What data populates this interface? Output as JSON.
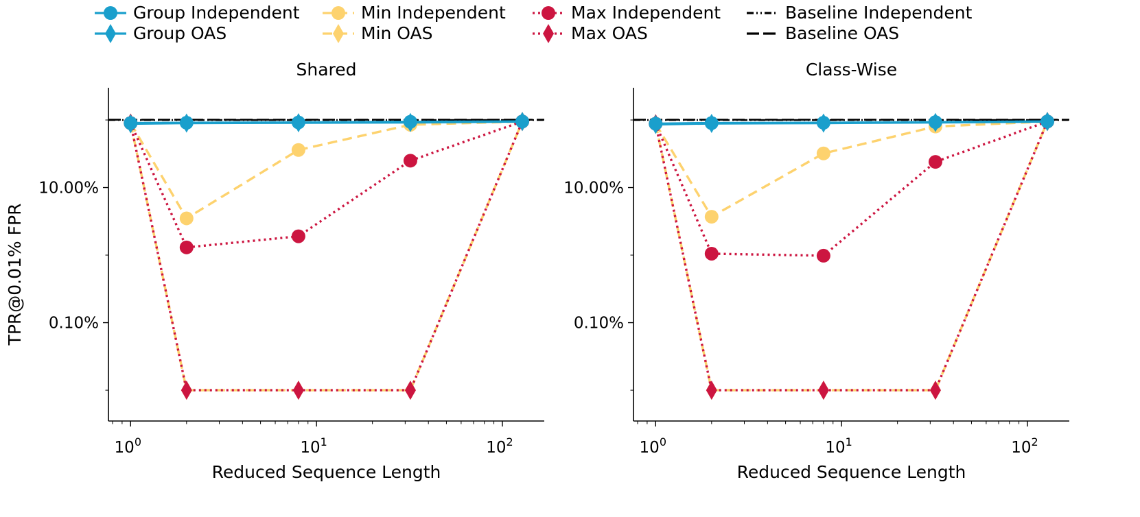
{
  "legend": {
    "placement": "top-center",
    "entries": [
      {
        "label": "Group Independent",
        "color": "#1a9fcc",
        "dash": "solid",
        "marker": "circle"
      },
      {
        "label": "Min Independent",
        "color": "#fdd26e",
        "dash": "dashed",
        "marker": "circle"
      },
      {
        "label": "Max Independent",
        "color": "#cc1540",
        "dash": "dotted",
        "marker": "circle"
      },
      {
        "label": "Baseline Independent",
        "color": "#000000",
        "dash": "dashdotdot",
        "marker": "none"
      },
      {
        "label": "Group OAS",
        "color": "#1a9fcc",
        "dash": "solid",
        "marker": "diamond"
      },
      {
        "label": "Min OAS",
        "color": "#fdd26e",
        "dash": "dashed",
        "marker": "diamond"
      },
      {
        "label": "Max OAS",
        "color": "#cc1540",
        "dash": "dotted",
        "marker": "diamond"
      },
      {
        "label": "Baseline OAS",
        "color": "#000000",
        "dash": "longdash",
        "marker": "none"
      }
    ]
  },
  "ylabel": "TPR@0.01% FPR",
  "chart_data": [
    {
      "type": "line",
      "title": "Shared",
      "xlabel": "Reduced Sequence Length",
      "ylabel": "TPR@0.01% FPR",
      "x_scale": "log",
      "y_scale": "log",
      "xlim": [
        0.76,
        168
      ],
      "ylim": [
        0.0035,
        300
      ],
      "x_ticks": [
        {
          "value": 1,
          "base": "10",
          "exp": "0"
        },
        {
          "value": 10,
          "base": "10",
          "exp": "1"
        },
        {
          "value": 100,
          "base": "10",
          "exp": "2"
        }
      ],
      "y_ticks": [
        {
          "value": 10,
          "label": "10.00%"
        },
        {
          "value": 0.1,
          "label": "0.10%"
        }
      ],
      "grid": false,
      "x": [
        1,
        2,
        8,
        32,
        128
      ],
      "series": [
        {
          "name": "Group Independent",
          "values": [
            90,
            91,
            92,
            94,
            95
          ]
        },
        {
          "name": "Group OAS",
          "values": [
            88,
            90,
            91,
            92,
            95
          ]
        },
        {
          "name": "Min Independent",
          "values": [
            90,
            3.5,
            36,
            85,
            95
          ]
        },
        {
          "name": "Min OAS",
          "values": [
            90,
            0.01,
            0.01,
            0.01,
            95
          ]
        },
        {
          "name": "Max Independent",
          "values": [
            90,
            1.3,
            1.9,
            25,
            95
          ]
        },
        {
          "name": "Max OAS",
          "values": [
            90,
            0.01,
            0.01,
            0.01,
            95
          ]
        },
        {
          "name": "Baseline Independent",
          "values": [
            100,
            100,
            100,
            100,
            100
          ]
        },
        {
          "name": "Baseline OAS",
          "values": [
            101,
            101,
            101,
            101,
            101
          ]
        }
      ]
    },
    {
      "type": "line",
      "title": "Class-Wise",
      "xlabel": "Reduced Sequence Length",
      "ylabel": "",
      "x_scale": "log",
      "y_scale": "log",
      "xlim": [
        0.76,
        168
      ],
      "ylim": [
        0.0035,
        300
      ],
      "x_ticks": [
        {
          "value": 1,
          "base": "10",
          "exp": "0"
        },
        {
          "value": 10,
          "base": "10",
          "exp": "1"
        },
        {
          "value": 100,
          "base": "10",
          "exp": "2"
        }
      ],
      "y_ticks": [
        {
          "value": 10,
          "label": "10.00%"
        },
        {
          "value": 0.1,
          "label": "0.10%"
        }
      ],
      "grid": false,
      "x": [
        1,
        2,
        8,
        32,
        128
      ],
      "series": [
        {
          "name": "Group Independent",
          "values": [
            88,
            90,
            91,
            93,
            95
          ]
        },
        {
          "name": "Group OAS",
          "values": [
            86,
            89,
            90,
            92,
            95
          ]
        },
        {
          "name": "Min Independent",
          "values": [
            88,
            3.7,
            32,
            80,
            95
          ]
        },
        {
          "name": "Min OAS",
          "values": [
            88,
            0.01,
            0.01,
            0.01,
            95
          ]
        },
        {
          "name": "Max Independent",
          "values": [
            88,
            1.05,
            0.98,
            24,
            95
          ]
        },
        {
          "name": "Max OAS",
          "values": [
            88,
            0.01,
            0.01,
            0.01,
            95
          ]
        },
        {
          "name": "Baseline Independent",
          "values": [
            100,
            100,
            100,
            100,
            100
          ]
        },
        {
          "name": "Baseline OAS",
          "values": [
            101,
            101,
            101,
            101,
            101
          ]
        }
      ]
    }
  ]
}
